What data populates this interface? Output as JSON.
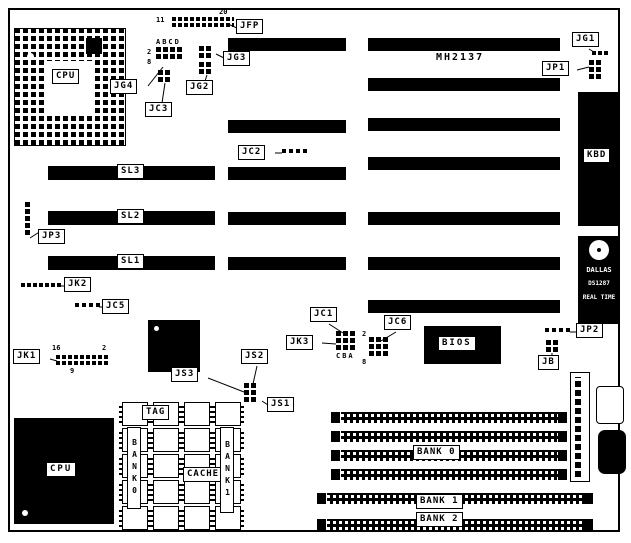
{
  "board": {
    "model": "MH2137"
  },
  "chips": {
    "cpu_socket_label": "CPU",
    "cpu_label": "CPU",
    "kbd_label": "KBD",
    "bios_label": "BIOS",
    "tag_label": "TAG",
    "cache_label": "CACHE",
    "bank0_column_label": "BANK0",
    "bank1_column_label": "BANK1",
    "rtc_line1": "DALLAS",
    "rtc_line2": "DS1287",
    "rtc_line3": "REAL TIME"
  },
  "memory": {
    "bank0": "BANK 0",
    "bank1": "BANK 1",
    "bank2": "BANK 2"
  },
  "slots": {
    "sl1": "SL1",
    "sl2": "SL2",
    "sl3": "SL3"
  },
  "connectors": {
    "jfp": {
      "label": "JFP",
      "pin_left": "11",
      "pin_right": "20"
    },
    "jg1": {
      "label": "JG1"
    },
    "jg2": {
      "label": "JG2"
    },
    "jg3": {
      "label": "JG3"
    },
    "jg4": {
      "label": "JG4",
      "columns": "ABCD",
      "pin_top": "2",
      "pin_bottom": "8"
    },
    "jc1": {
      "label": "JC1"
    },
    "jc2": {
      "label": "JC2"
    },
    "jc3": {
      "label": "JC3"
    },
    "jc5": {
      "label": "JC5"
    },
    "jc6": {
      "label": "JC6",
      "pin_top": "2",
      "pin_bottom": "8"
    },
    "jk1": {
      "label": "JK1",
      "pin_16": "16",
      "pin_2": "2",
      "pin_9": "9"
    },
    "jk2": {
      "label": "JK2"
    },
    "jk3": {
      "label": "JK3",
      "columns": "CBA"
    },
    "jp1": {
      "label": "JP1"
    },
    "jp2": {
      "label": "JP2"
    },
    "jp3": {
      "label": "JP3"
    },
    "jb": {
      "label": "JB"
    },
    "js1": {
      "label": "JS1"
    },
    "js2": {
      "label": "JS2"
    },
    "js3": {
      "label": "JS3"
    }
  }
}
